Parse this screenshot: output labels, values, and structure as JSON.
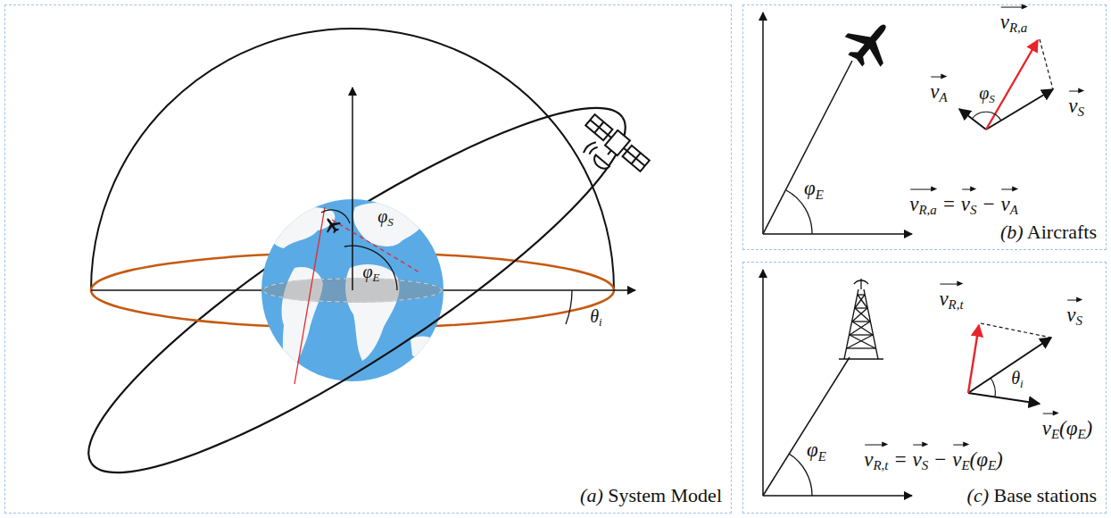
{
  "diagram": {
    "nodes": [
      {
        "text": [
          "(a) System Model"
        ]
      },
      {
        "text": [
          "(b) Aircrafts"
        ]
      },
      {
        "text": [
          "(c) Base stations"
        ]
      }
    ],
    "labels": [
      "φS",
      "φE",
      "θi",
      "φE",
      "vR,a",
      "vA",
      "φS",
      "vS",
      "vR,a = vS − vA",
      "φE",
      "vR,t",
      "vS",
      "θi",
      "vE(φE)",
      "vR,t = vS − vE(φE)"
    ]
  }
}
